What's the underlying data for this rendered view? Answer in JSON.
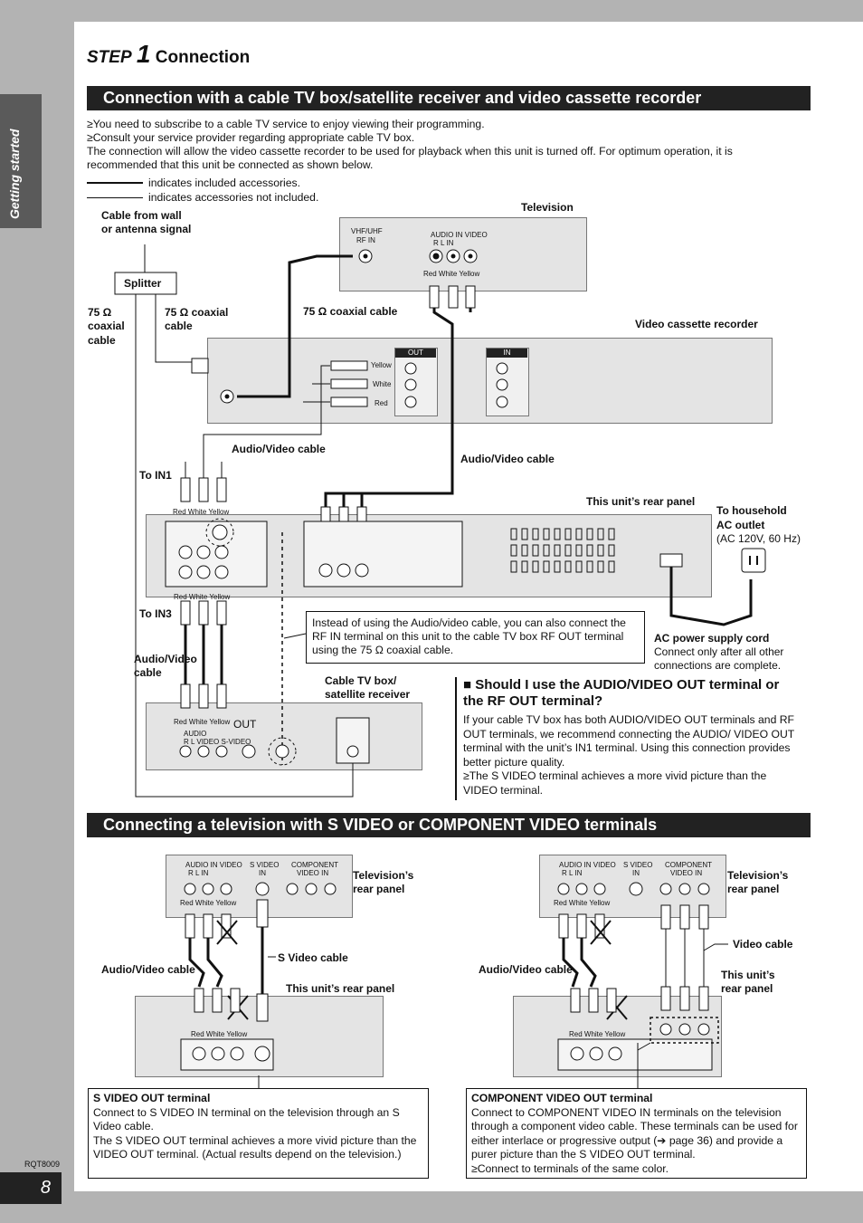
{
  "side_tab": "Getting started",
  "page_number": "8",
  "doc_code": "RQT8009",
  "step": {
    "word": "STEP",
    "number": "1",
    "title": "Connection"
  },
  "section1": {
    "heading": "Connection with a cable TV box/satellite receiver and video cassette recorder",
    "bullet1": "≥You need to subscribe to a cable TV service to enjoy viewing their programming.",
    "bullet2": "≥Consult your service provider regarding appropriate cable TV box.",
    "note": "The connection will allow the video cassette recorder to be used for playback when this unit is turned off. For optimum operation, it is recommended that this unit be connected as shown below.",
    "legend_included": "indicates included accessories.",
    "legend_not_included": "indicates accessories not included.",
    "labels": {
      "cable_wall": "Cable from wall",
      "cable_wall2": "or antenna signal",
      "television": "Television",
      "splitter": "Splitter",
      "coax_a": "75 Ω",
      "coax_a2": "coaxial",
      "coax_a3": "cable",
      "coax_b": "75 Ω coaxial",
      "coax_b2": "cable",
      "coax_c": "75 Ω coaxial cable",
      "vcr": "Video cassette recorder",
      "av_cable1": "Audio/Video cable",
      "av_cable2": "Audio/Video cable",
      "to_in1": "To IN1",
      "to_in3": "To IN3",
      "rear_panel": "This unit’s rear panel",
      "household": "To household",
      "household2": "AC outlet",
      "household3": "(AC 120V, 60 Hz)",
      "av_cable3": "Audio/Video",
      "av_cable3b": "cable",
      "cable_box": "Cable TV box/",
      "cable_box2": "satellite receiver",
      "ac_cord": "AC power supply cord",
      "ac_cord_note": "Connect only after all other",
      "ac_cord_note2": "connections are complete.",
      "rwy": "Red White Yellow",
      "yellow": "Yellow",
      "white": "White",
      "red": "Red",
      "out": "OUT",
      "in": "IN",
      "vhf": "VHF/UHF",
      "rf_in": "RF IN",
      "audio_in": "AUDIO IN  VIDEO",
      "rl_in": "R    L      IN",
      "audio": "AUDIO",
      "rl_video": "R      L    VIDEO  S-VIDEO"
    },
    "callout": "Instead of using the Audio/video cable, you can also connect the RF IN terminal on this unit to the cable TV box RF OUT terminal using the 75 Ω coaxial cable.",
    "question": {
      "heading": "■ Should I use the AUDIO/VIDEO OUT terminal or the RF OUT terminal?",
      "body": "If your cable TV box has both AUDIO/VIDEO OUT terminals and RF OUT terminals, we recommend connecting the AUDIO/ VIDEO OUT terminal with the unit’s IN1 terminal. Using this connection provides better picture quality.",
      "bullet": "≥The S VIDEO terminal achieves a more vivid picture than the VIDEO terminal."
    }
  },
  "section2": {
    "heading": "Connecting a television with S VIDEO or COMPONENT VIDEO terminals",
    "left": {
      "tv_rear": "Television’s",
      "tv_rear2": "rear panel",
      "s_cable": "S Video cable",
      "av_cable": "Audio/Video cable",
      "unit_rear": "This unit’s rear panel",
      "term_title": "S VIDEO OUT terminal",
      "term_text": "Connect to S VIDEO IN terminal on the television through an S Video cable.",
      "term_text2": "The S VIDEO OUT terminal achieves a more vivid picture than the VIDEO OUT terminal. (Actual results depend on the television.)"
    },
    "right": {
      "tv_rear": "Television’s",
      "tv_rear2": "rear panel",
      "video_cable": "Video cable",
      "av_cable": "Audio/Video cable",
      "unit_rear": "This unit’s",
      "unit_rear2": "rear panel",
      "term_title": "COMPONENT VIDEO OUT terminal",
      "term_text": "Connect to COMPONENT VIDEO IN terminals on the television through a component video cable. These terminals can be used for either interlace or progressive output (➔ page 36) and provide a purer picture than the S VIDEO OUT terminal.",
      "term_bullet": "≥Connect to terminals of the same color."
    },
    "panel": {
      "audio_in": "AUDIO IN  VIDEO",
      "rl_in": "R    L      IN",
      "s_video": "S VIDEO",
      "s_in": "IN",
      "component": "COMPONENT",
      "comp_in": "VIDEO IN",
      "rwy": "Red White Yellow"
    }
  }
}
